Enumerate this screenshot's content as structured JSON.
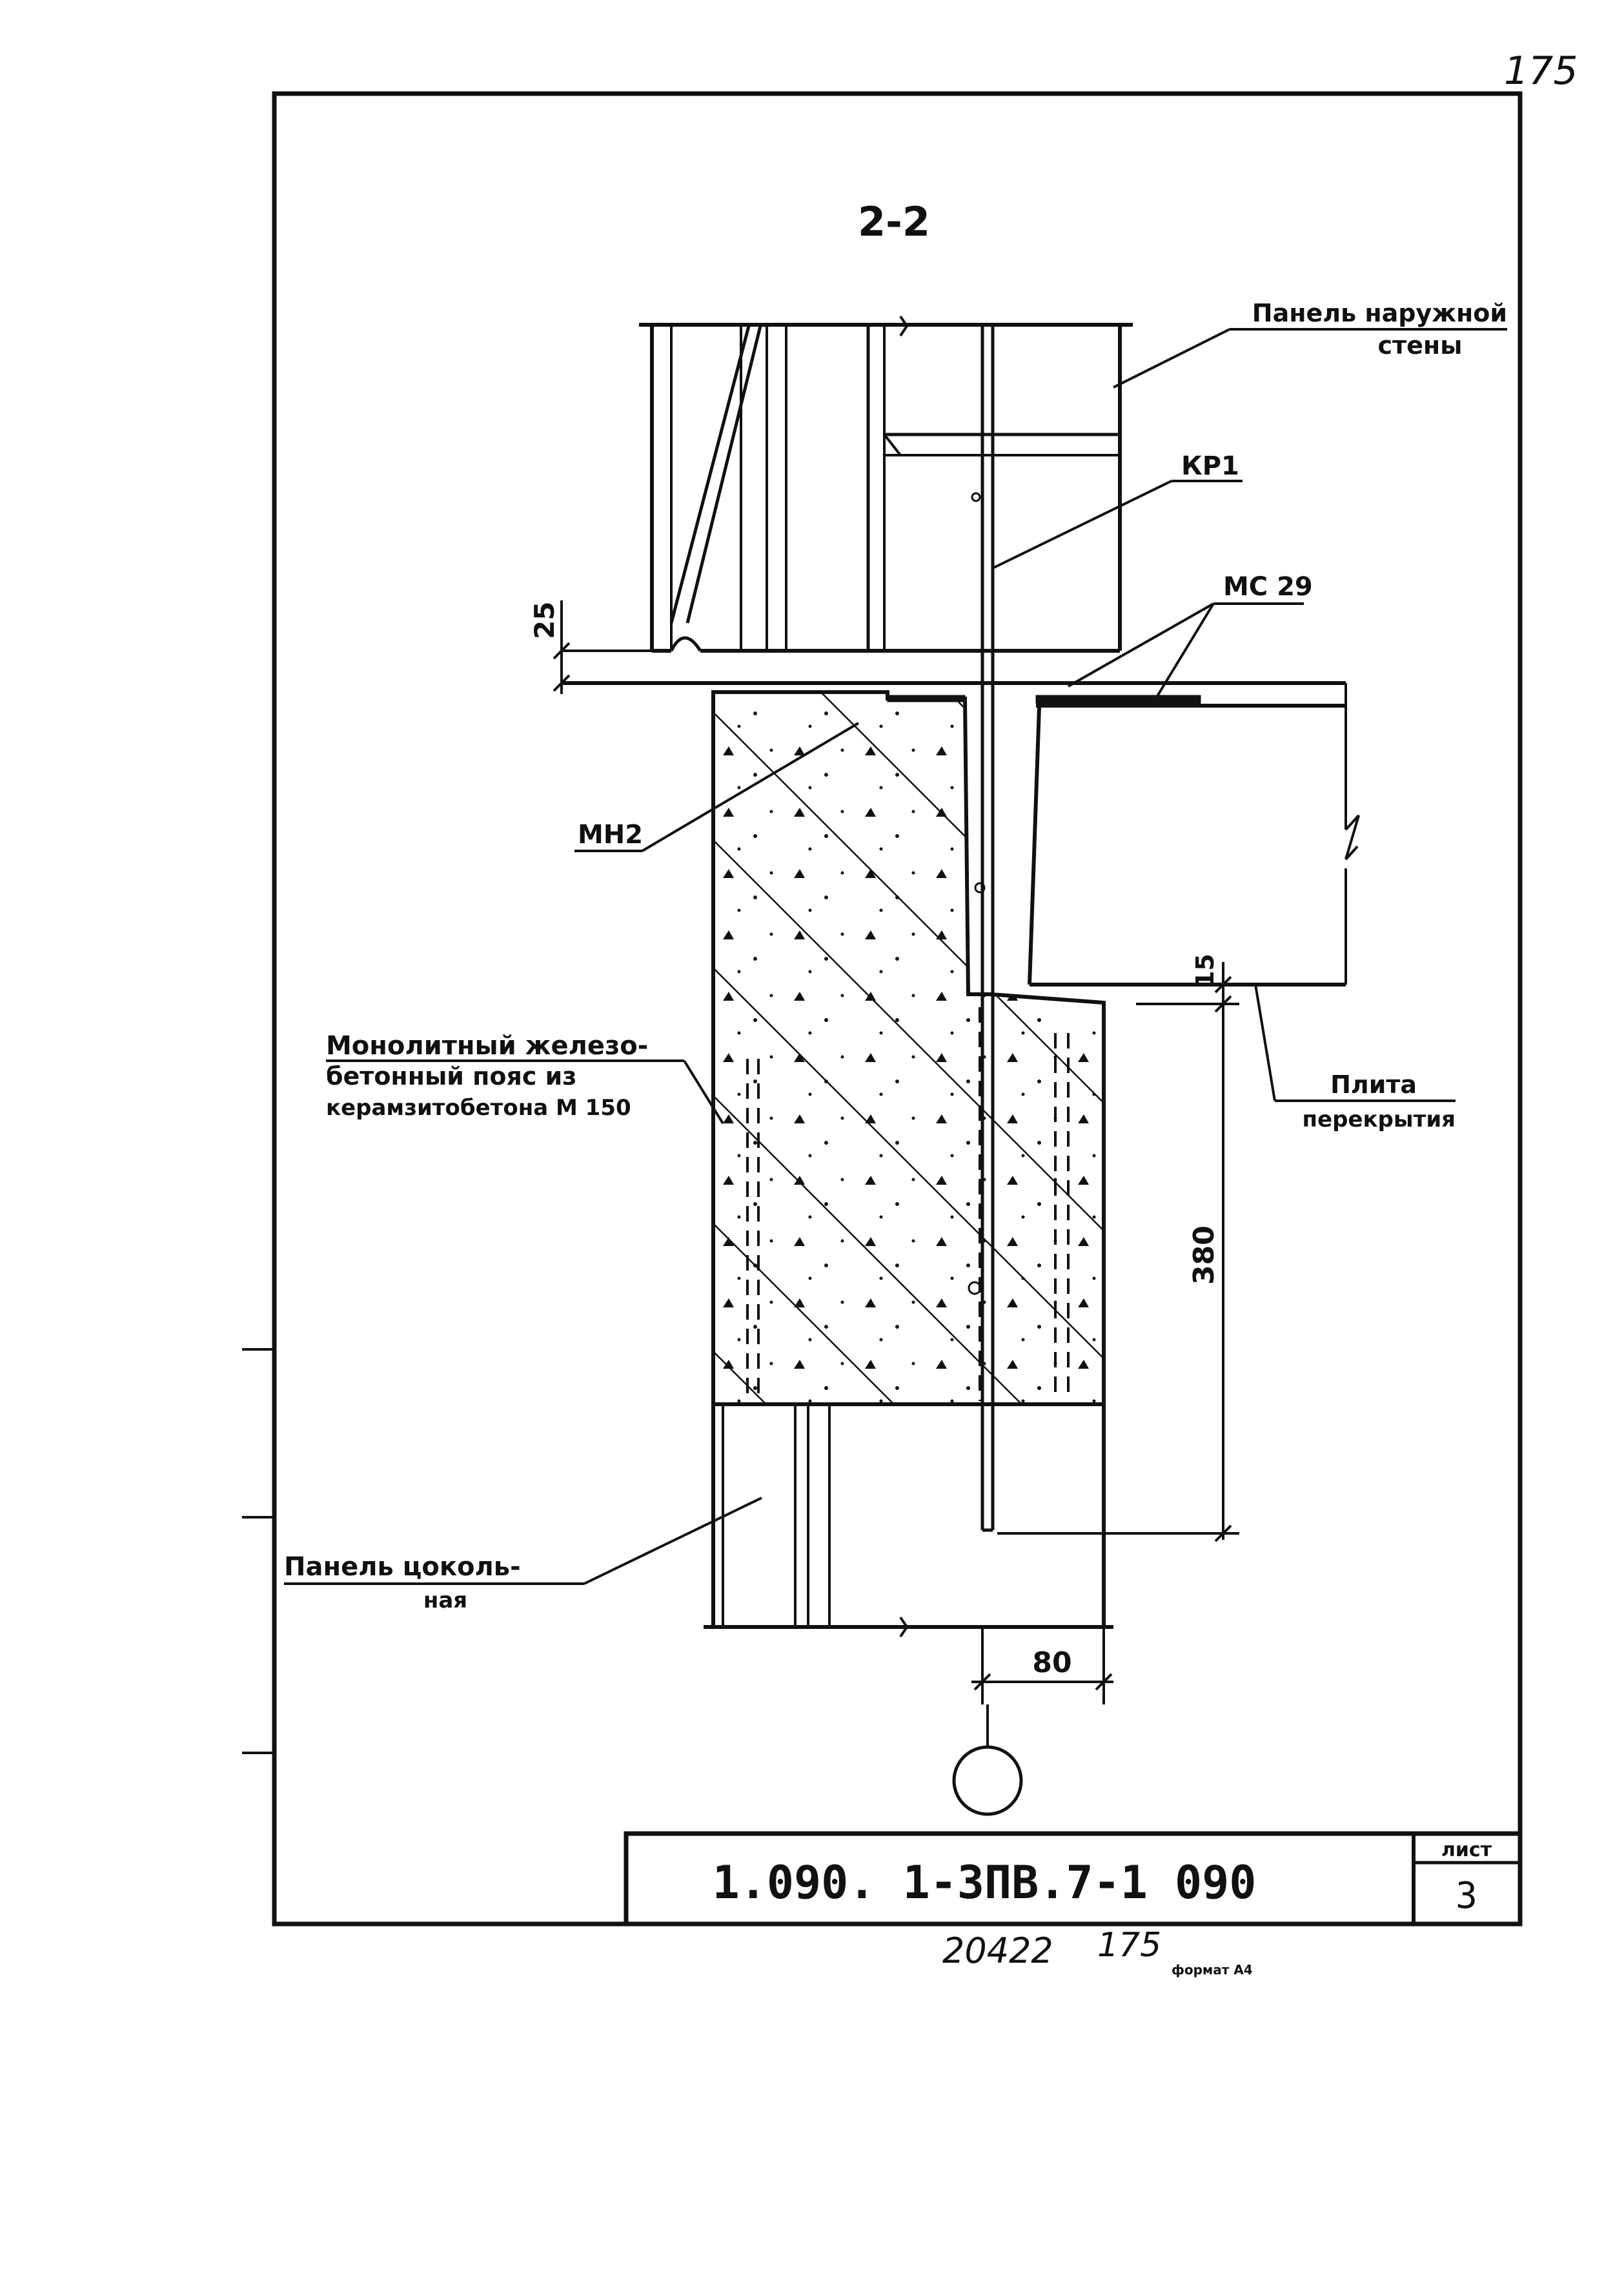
{
  "page_number_handwritten": "175",
  "section_title": "2-2",
  "labels": {
    "outer_wall_panel_line1": "Панель наружной",
    "outer_wall_panel_line2": "стены",
    "kr1": "КР1",
    "mc29": "МС 29",
    "mn2": "МН2",
    "belt_line1": "Монолитный железо-",
    "belt_line2": "бетонный пояс из",
    "belt_line3": "керамзитобетона М 150",
    "slab_line1": "Плита",
    "slab_line2": "перекрытия",
    "plinth_panel_line1": "Панель цоколь-",
    "plinth_panel_line2": "ная"
  },
  "dimensions": {
    "d25": "25",
    "d15": "15",
    "d380": "380",
    "d80": "80"
  },
  "title_block": {
    "designation": "1.090. 1-3ПВ.7-1  090",
    "sheet_label": "лист",
    "sheet_number": "3"
  },
  "footer": {
    "inventory": "20422",
    "page": "175",
    "format": "формат А4"
  },
  "colors": {
    "ink": "#111111",
    "paper": "#ffffff"
  }
}
